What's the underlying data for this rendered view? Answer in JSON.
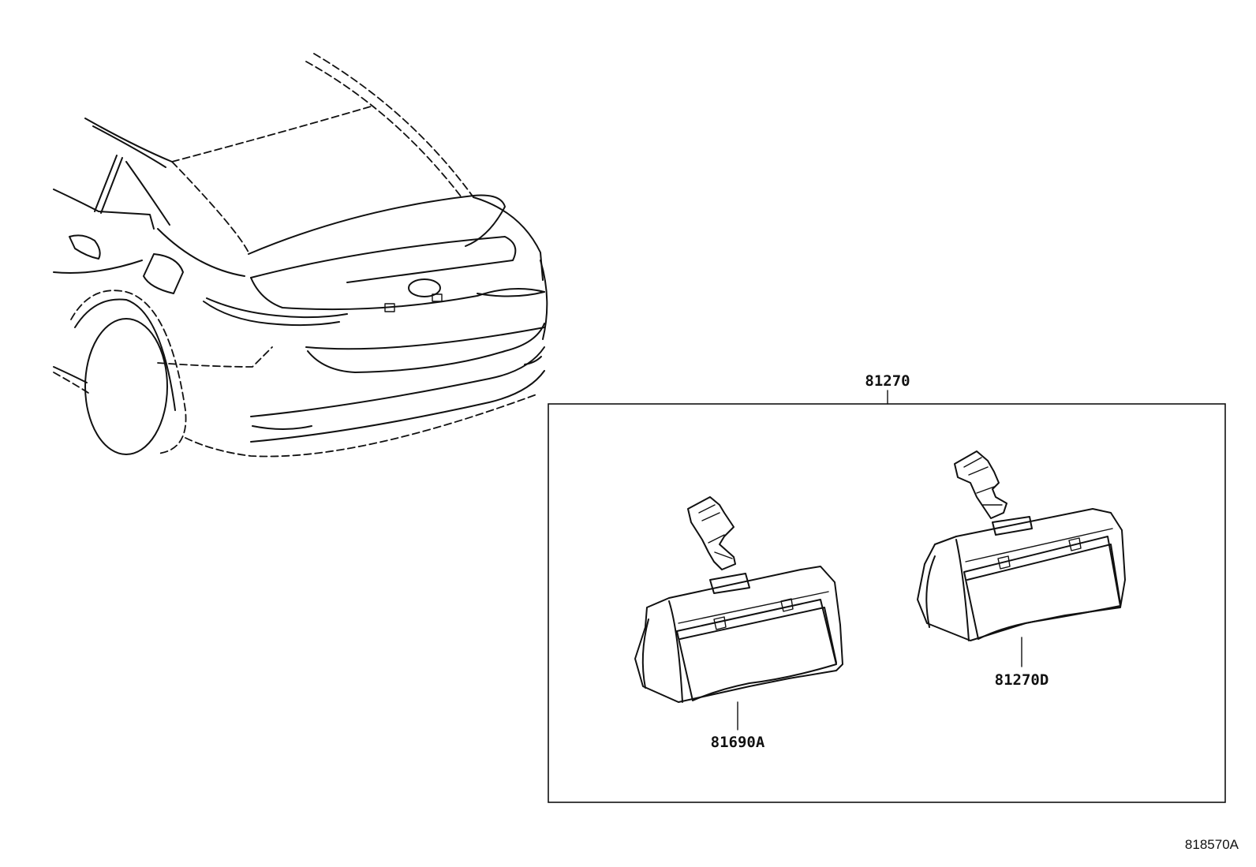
{
  "callouts": {
    "assembly": "81270",
    "left_lamp": "81690A",
    "right_lamp": "81270D"
  },
  "illustration_id": "818570A"
}
